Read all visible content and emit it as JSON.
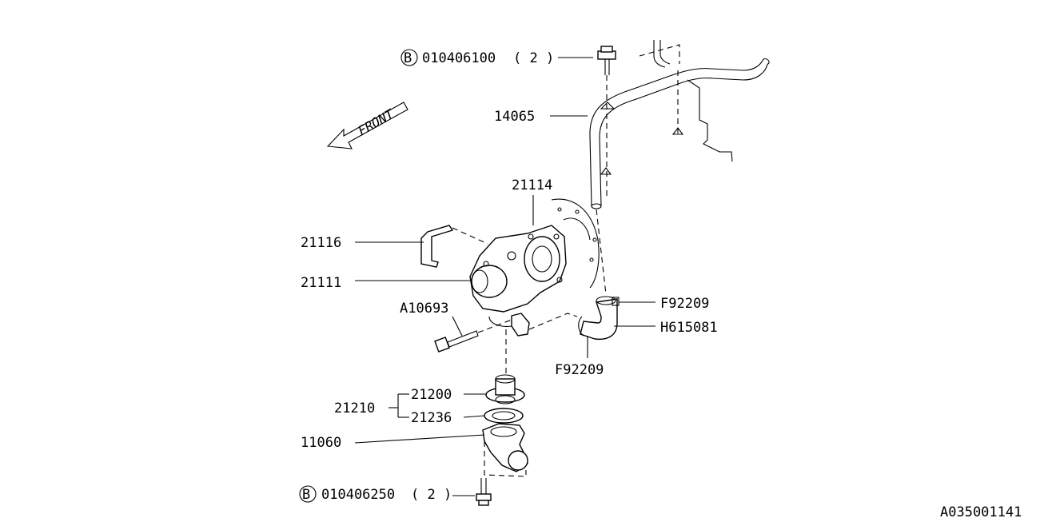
{
  "diagram_code": "A035001141",
  "front_label": "FRONT",
  "callouts": {
    "bolt_top": {
      "badge": "B",
      "part": "010406100",
      "qty": "( 2 )"
    },
    "bolt_bottom": {
      "badge": "B",
      "part": "010406250",
      "qty": "( 2 )"
    },
    "pipe": "14065",
    "gasket": "21114",
    "bracket": "21116",
    "water_pump": "21111",
    "pump_bolt": "A10693",
    "hose_clamp_top": "F92209",
    "hose": "H615081",
    "hose_clamp_bottom": "F92209",
    "thermostat_assy": "21210",
    "thermostat": "21200",
    "thermostat_gasket": "21236",
    "thermostat_cover": "11060"
  }
}
